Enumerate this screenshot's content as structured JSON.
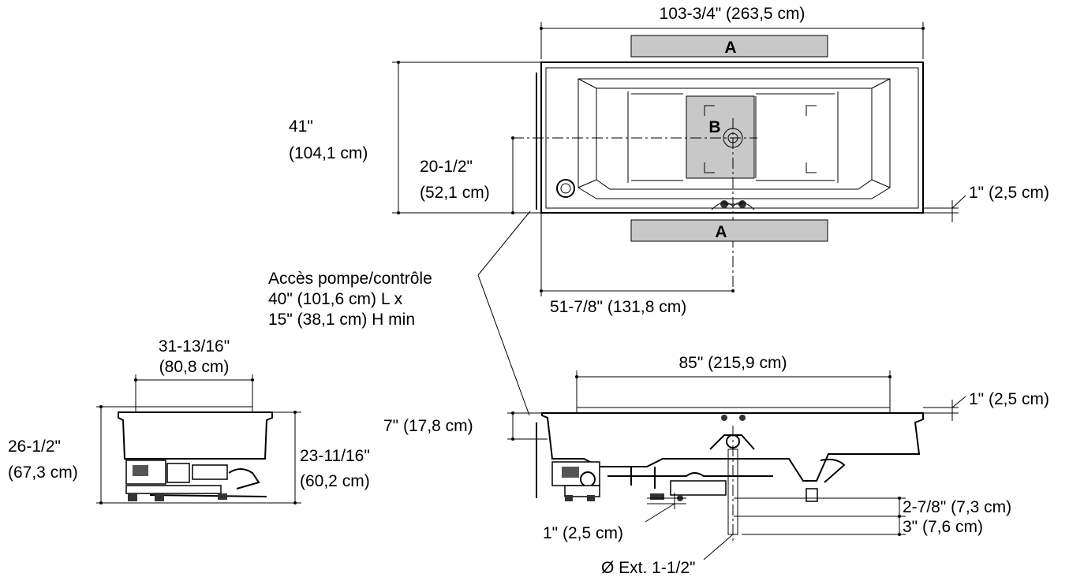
{
  "top_view": {
    "overall_length": "103-3/4\" (263,5 cm)",
    "width_in": "41\"",
    "width_cm": "(104,1 cm)",
    "drain_offset_in": "20-1/2\"",
    "drain_offset_cm": "(52,1 cm)",
    "rim": "1\" (2,5 cm)",
    "drain_from_end": "51-7/8\" (131,8 cm)",
    "zone_a": "A",
    "zone_b": "B"
  },
  "access_note": {
    "line1": "Accès pompe/contrôle",
    "line2": "40\" (101,6 cm) L x",
    "line3": "15\" (38,1 cm) H min"
  },
  "end_view": {
    "top_width_in": "31-13/16\"",
    "top_width_cm": "(80,8 cm)",
    "overall_height_in": "26-1/2\"",
    "overall_height_cm": "(67,3 cm)",
    "base_height_in": "23-11/16\"",
    "base_height_cm": "(60,2 cm)"
  },
  "side_view": {
    "inner_length": "85\" (215,9 cm)",
    "rim": "1\" (2,5 cm)",
    "apron": "7\" (17,8 cm)",
    "drain_drop": "2-7/8\" (7,3 cm)",
    "drain_extension": "3\" (7,6 cm)",
    "clearance": "1\" (2,5 cm)",
    "drain_diameter": "Ø Ext. 1-1/2\""
  }
}
